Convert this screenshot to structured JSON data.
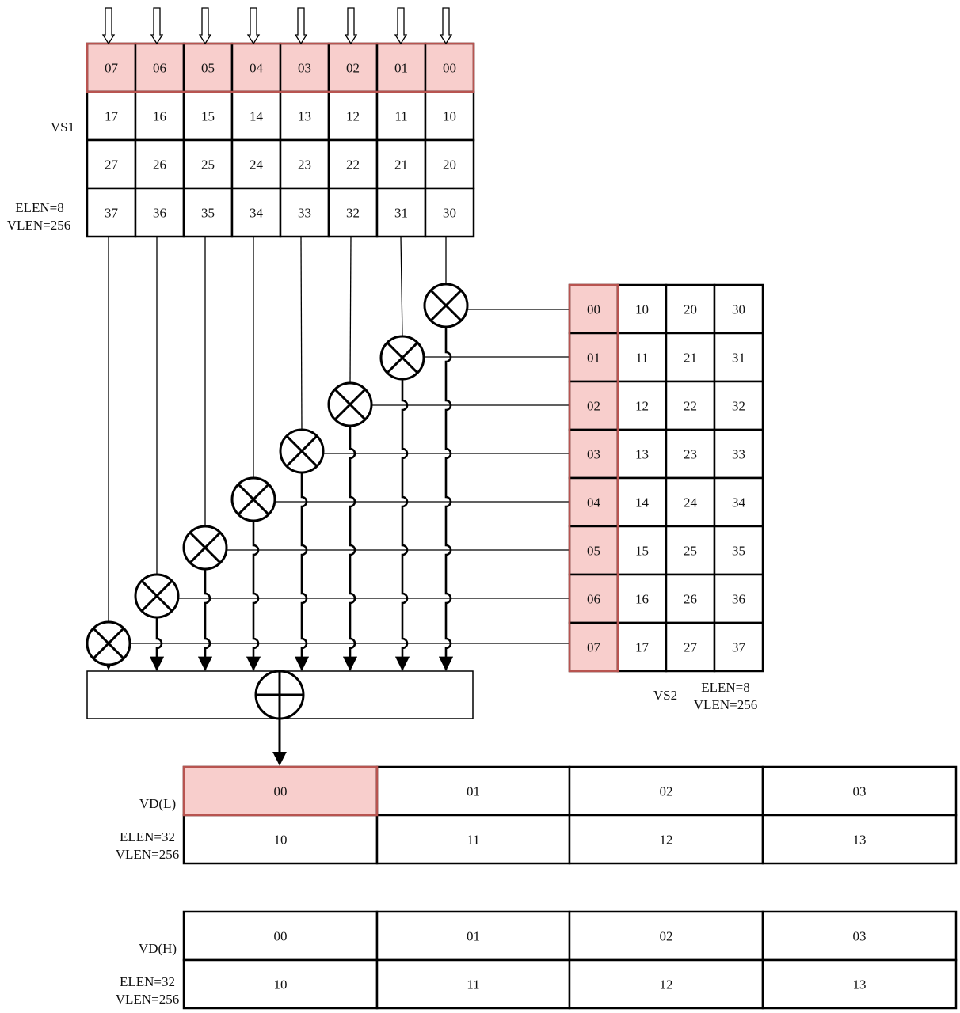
{
  "colors": {
    "highlight_fill": "#f8cecc",
    "highlight_stroke": "#b85450",
    "line": "#000000",
    "background": "#ffffff"
  },
  "vs1": {
    "name": "VS1",
    "elen": "ELEN=8",
    "vlen": "VLEN=256",
    "rows": [
      [
        "07",
        "06",
        "05",
        "04",
        "03",
        "02",
        "01",
        "00"
      ],
      [
        "17",
        "16",
        "15",
        "14",
        "13",
        "12",
        "11",
        "10"
      ],
      [
        "27",
        "26",
        "25",
        "24",
        "23",
        "22",
        "21",
        "20"
      ],
      [
        "37",
        "36",
        "35",
        "34",
        "33",
        "32",
        "31",
        "30"
      ]
    ],
    "highlighted_row": 0
  },
  "vs2": {
    "name": "VS2",
    "elen": "ELEN=8",
    "vlen": "VLEN=256",
    "rows": [
      [
        "00",
        "10",
        "20",
        "30"
      ],
      [
        "01",
        "11",
        "21",
        "31"
      ],
      [
        "02",
        "12",
        "22",
        "32"
      ],
      [
        "03",
        "13",
        "23",
        "33"
      ],
      [
        "04",
        "14",
        "24",
        "34"
      ],
      [
        "05",
        "15",
        "25",
        "35"
      ],
      [
        "06",
        "16",
        "26",
        "36"
      ],
      [
        "07",
        "17",
        "27",
        "37"
      ]
    ],
    "highlighted_col": 0
  },
  "vd_l": {
    "name": "VD(L)",
    "elen": "ELEN=32",
    "vlen": "VLEN=256",
    "rows": [
      [
        "00",
        "01",
        "02",
        "03"
      ],
      [
        "10",
        "11",
        "12",
        "13"
      ]
    ],
    "highlighted_cell": [
      0,
      0
    ]
  },
  "vd_h": {
    "name": "VD(H)",
    "elen": "ELEN=32",
    "vlen": "VLEN=256",
    "rows": [
      [
        "00",
        "01",
        "02",
        "03"
      ],
      [
        "10",
        "11",
        "12",
        "13"
      ]
    ]
  },
  "icons": {
    "multiplier": "circled-times-icon",
    "adder": "circled-plus-icon",
    "input_arrow": "down-arrow-icon"
  }
}
